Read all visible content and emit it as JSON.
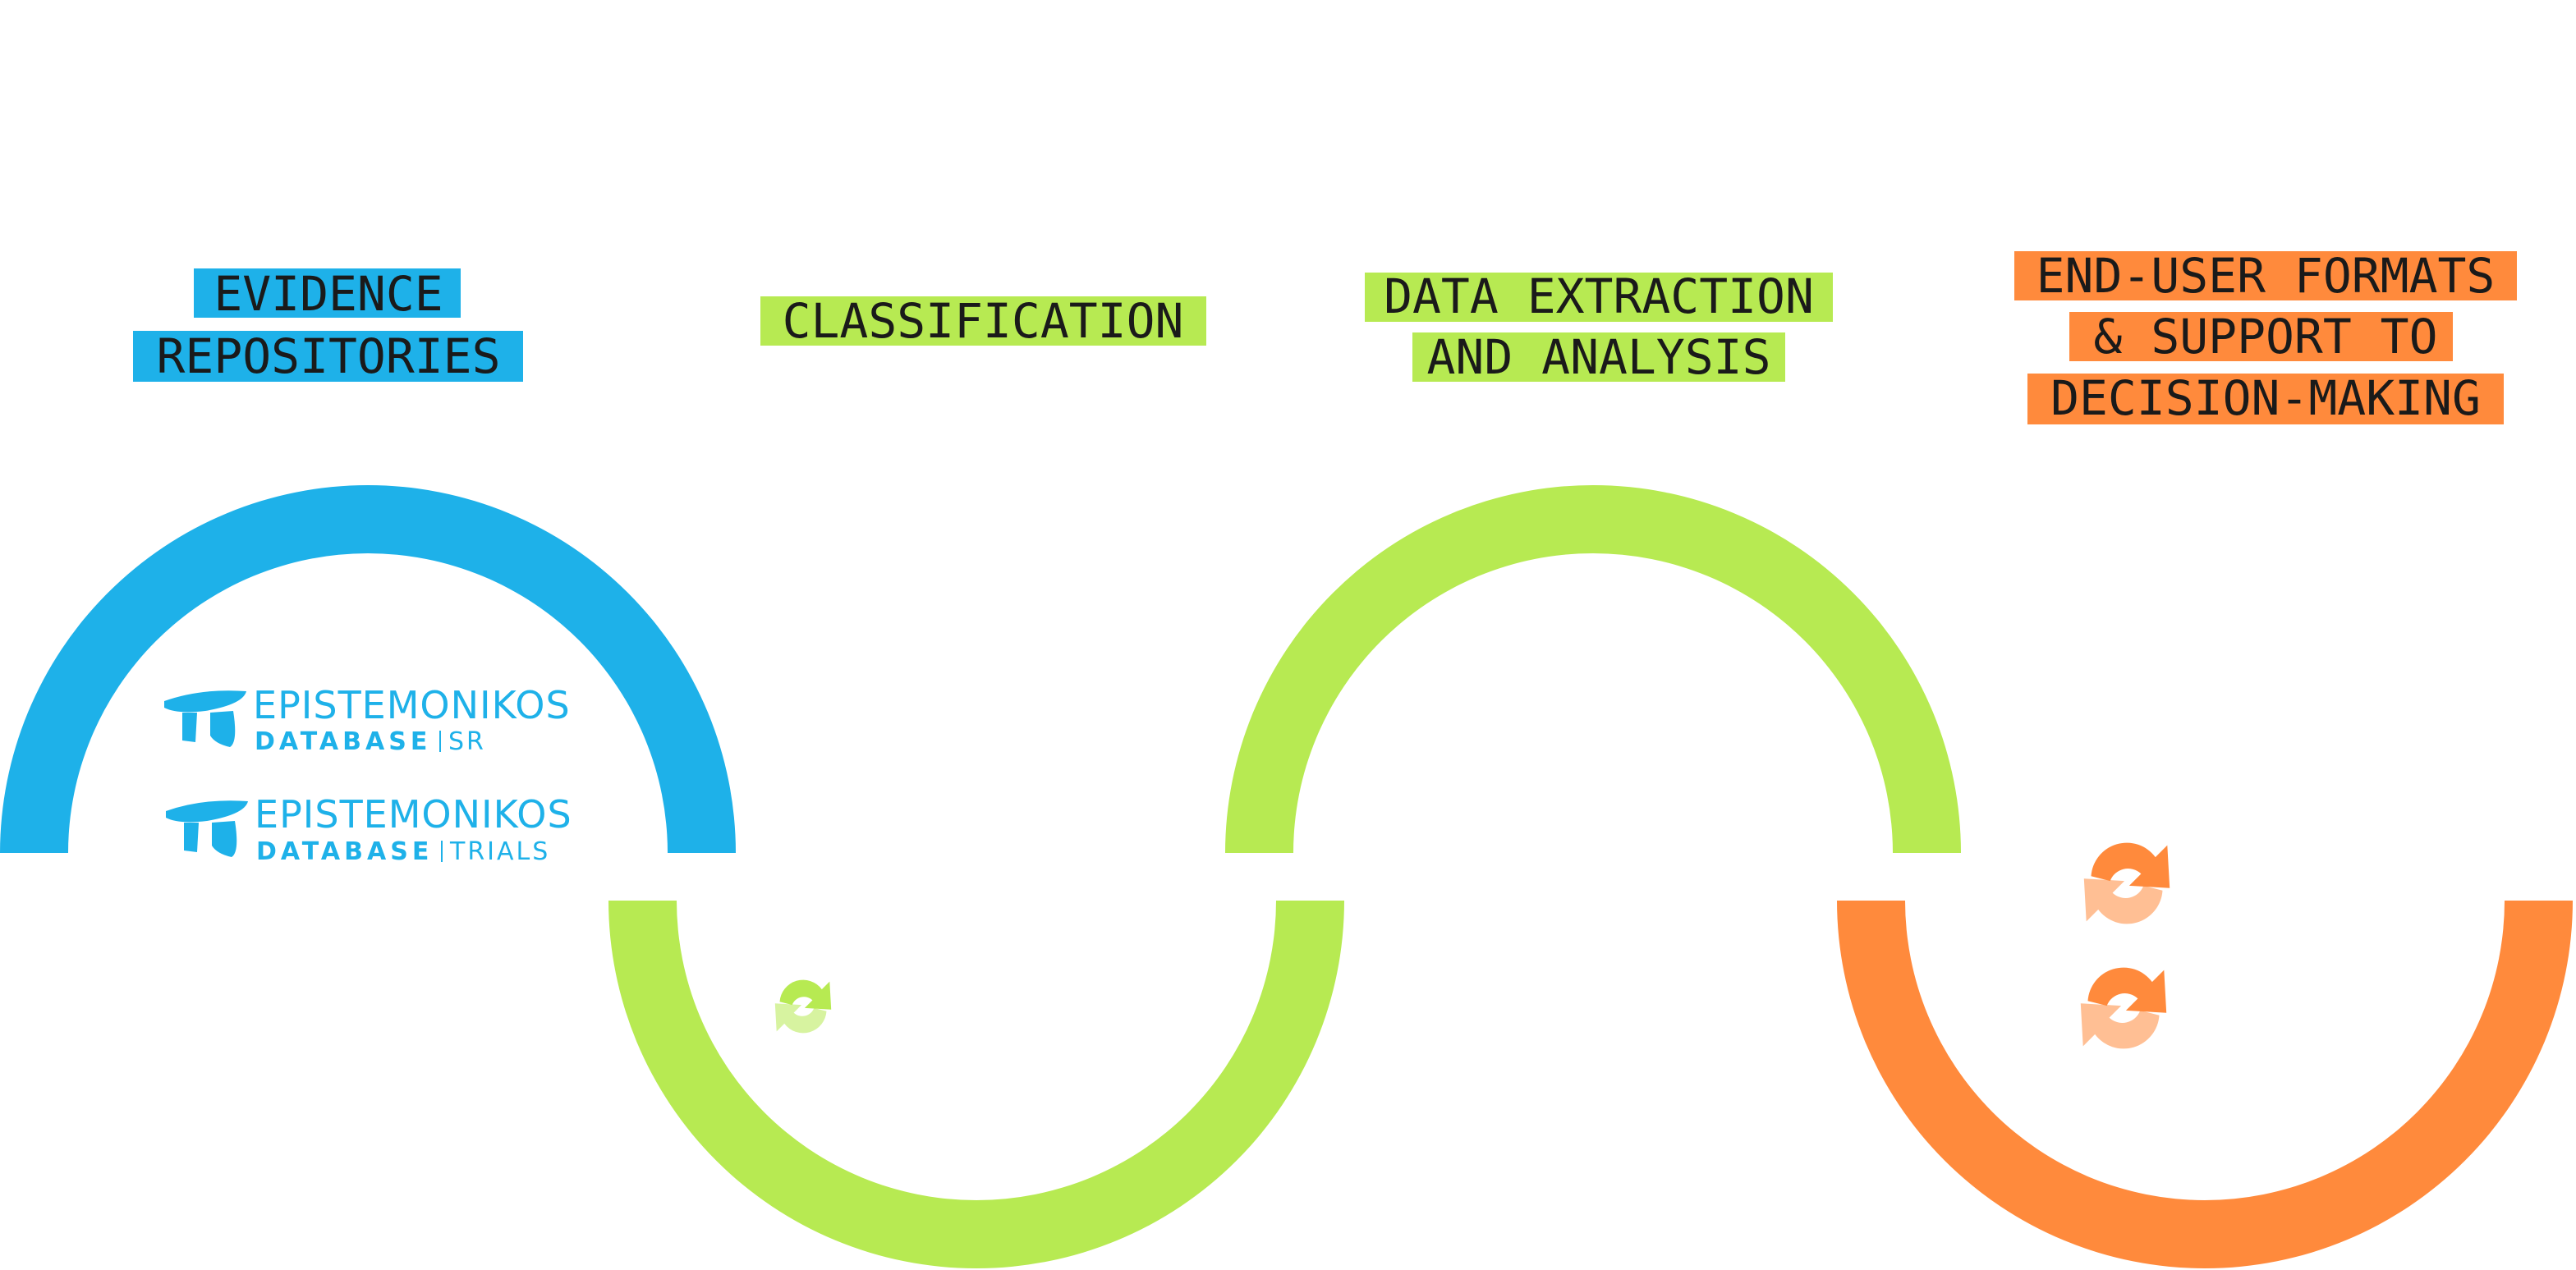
{
  "colors": {
    "blue": "#1eb1e9",
    "green": "#b7ea52",
    "orange": "#ff8a3c",
    "orange_light": "#f9c49d",
    "green_light": "#dff3b8",
    "text": "#1a1a1a"
  },
  "stages": [
    {
      "id": "evidence",
      "color": "blue",
      "label_lines": [
        "EVIDENCE",
        "REPOSITORIES"
      ]
    },
    {
      "id": "classification",
      "color": "green",
      "label_lines": [
        "CLASSIFICATION"
      ]
    },
    {
      "id": "extraction",
      "color": "green",
      "label_lines": [
        "DATA EXTRACTION",
        "AND ANALYSIS"
      ]
    },
    {
      "id": "end_user",
      "color": "orange",
      "label_lines": [
        "END-USER FORMATS",
        "& SUPPORT TO",
        "DECISION-MAKING"
      ]
    }
  ],
  "logos": [
    {
      "name": "EPISTEMONIKOS",
      "sub_bold": "DATABASE",
      "sub": "SR"
    },
    {
      "name": "EPISTEMONIKOS",
      "sub_bold": "DATABASE",
      "sub": "TRIALS"
    }
  ],
  "icons": [
    "refresh-icon-green",
    "refresh-icon-orange-1",
    "refresh-icon-orange-2"
  ]
}
